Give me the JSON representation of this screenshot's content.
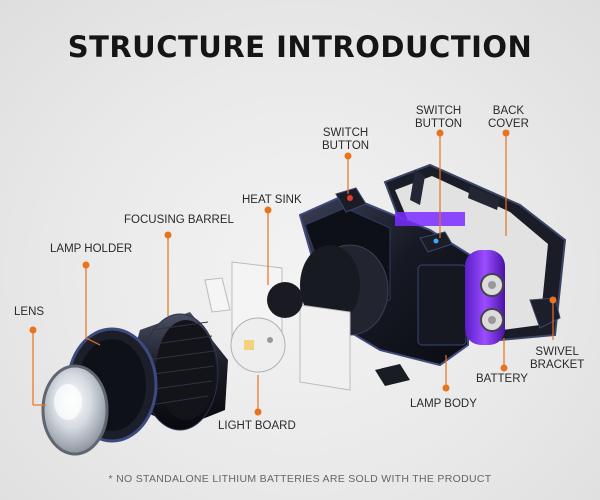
{
  "title": "STRUCTURE INTRODUCTION",
  "labels": {
    "lens": "LENS",
    "lamp_holder": "LAMP HOLDER",
    "focusing_barrel": "FOCUSING BARREL",
    "heat_sink": "HEAT SINK",
    "switch_button_left": [
      "SWITCH",
      "BUTTON"
    ],
    "switch_button_right": [
      "SWITCH",
      "BUTTON"
    ],
    "back_cover": [
      "BACK",
      "COVER"
    ],
    "swivel_bracket": [
      "SWIVEL",
      "BRACKET"
    ],
    "battery": "BATTERY",
    "lamp_body": "LAMP BODY",
    "light_board": "LIGHT BOARD"
  },
  "footnote": "* NO STANDALONE LITHIUM BATTERIES ARE SOLD WITH THE PRODUCT",
  "colors": {
    "leader_dot": "#e8731c",
    "leader_line": "#e8731c",
    "accent_purple": "#7a2cff",
    "body_dark": "#1c1f2a",
    "metal_blue": "#2b3a66"
  }
}
